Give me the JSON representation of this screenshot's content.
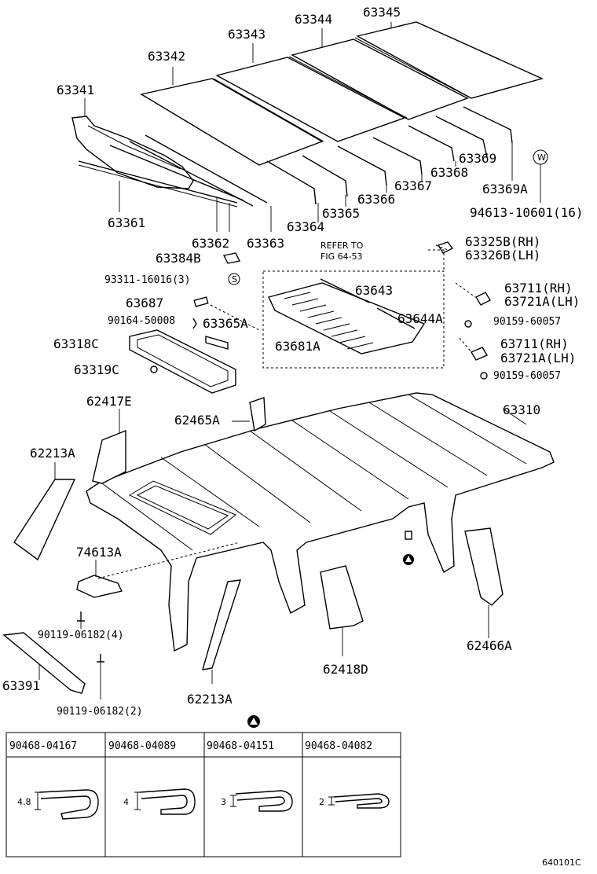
{
  "callouts": [
    {
      "id": "c63345",
      "text": "63345"
    },
    {
      "id": "c63344",
      "text": "63344"
    },
    {
      "id": "c63343",
      "text": "63343"
    },
    {
      "id": "c63342",
      "text": "63342"
    },
    {
      "id": "c63341",
      "text": "63341"
    },
    {
      "id": "c63369",
      "text": "63369"
    },
    {
      "id": "c63368",
      "text": "63368"
    },
    {
      "id": "c63367",
      "text": "63367"
    },
    {
      "id": "c63369A",
      "text": "63369A"
    },
    {
      "id": "c63366",
      "text": "63366"
    },
    {
      "id": "c63365",
      "text": "63365"
    },
    {
      "id": "c63364",
      "text": "63364"
    },
    {
      "id": "c94613",
      "text": "94613-10601(16)"
    },
    {
      "id": "c63361",
      "text": "63361"
    },
    {
      "id": "c63362",
      "text": "63362"
    },
    {
      "id": "c63363",
      "text": "63363"
    },
    {
      "id": "c63325B",
      "text": "63325B(RH)"
    },
    {
      "id": "c63326B",
      "text": "63326B(LH)"
    },
    {
      "id": "c63384B",
      "text": "63384B"
    },
    {
      "id": "c93311",
      "text": "93311-16016(3)"
    },
    {
      "id": "c63643",
      "text": "63643"
    },
    {
      "id": "c63711a",
      "text": "63711(RH)"
    },
    {
      "id": "c63721Aa",
      "text": "63721A(LH)"
    },
    {
      "id": "c63687",
      "text": "63687"
    },
    {
      "id": "c63644A",
      "text": "63644A"
    },
    {
      "id": "c90164",
      "text": "90164-50008"
    },
    {
      "id": "c63365A",
      "text": "63365A"
    },
    {
      "id": "c90159a",
      "text": "90159-60057"
    },
    {
      "id": "c63318C",
      "text": "63318C"
    },
    {
      "id": "c63681A",
      "text": "63681A"
    },
    {
      "id": "c63711b",
      "text": "63711(RH)"
    },
    {
      "id": "c63721Ab",
      "text": "63721A(LH)"
    },
    {
      "id": "c63319C",
      "text": "63319C"
    },
    {
      "id": "c90159b",
      "text": "90159-60057"
    },
    {
      "id": "c62417E",
      "text": "62417E"
    },
    {
      "id": "c62465A",
      "text": "62465A"
    },
    {
      "id": "c63310",
      "text": "63310"
    },
    {
      "id": "c62213Aa",
      "text": "62213A"
    },
    {
      "id": "c74613A",
      "text": "74613A"
    },
    {
      "id": "c90119a",
      "text": "90119-06182(4)"
    },
    {
      "id": "c62466A",
      "text": "62466A"
    },
    {
      "id": "c63391",
      "text": "63391"
    },
    {
      "id": "c62418D",
      "text": "62418D"
    },
    {
      "id": "c62213Ab",
      "text": "62213A"
    },
    {
      "id": "c90119b",
      "text": "90119-06182(2)"
    }
  ],
  "refer": {
    "line1": "REFER TO",
    "line2": "FIG 64-53"
  },
  "marks": {
    "w": "W",
    "s": "S"
  },
  "clip_table": {
    "headers": [
      "90468-04167",
      "90468-04089",
      "90468-04151",
      "90468-04082"
    ],
    "dims": [
      "4.8",
      "4",
      "3",
      "2"
    ]
  },
  "figure_id": "640101C"
}
